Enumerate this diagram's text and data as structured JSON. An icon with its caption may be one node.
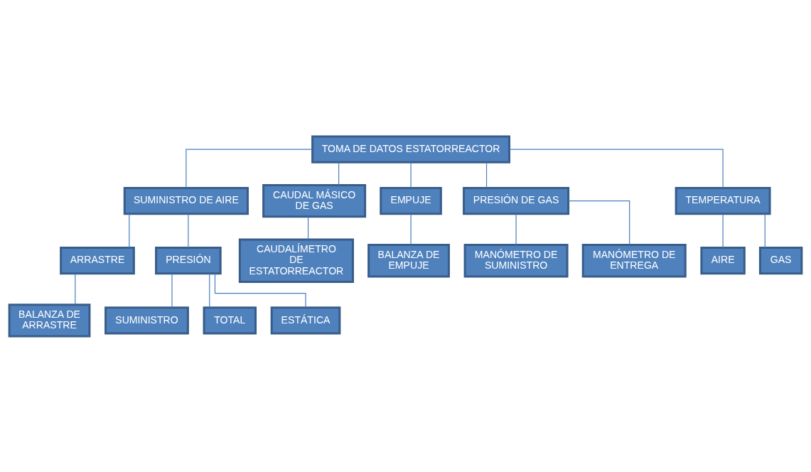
{
  "diagram": {
    "nodes": [
      {
        "text": [
          "TOMA DE DATOS ESTATORREACTOR"
        ]
      },
      {
        "text": [
          "SUMINISTRO DE AIRE"
        ]
      },
      {
        "text": [
          "ARRASTRE"
        ]
      },
      {
        "text": [
          "PRESIÓN"
        ]
      },
      {
        "text": [
          "BALANZA DE ARRASTRE"
        ]
      },
      {
        "text": [
          "SUMINISTRO"
        ]
      },
      {
        "text": [
          "TOTAL"
        ]
      },
      {
        "text": [
          "ESTÁTICA"
        ]
      },
      {
        "text": [
          "CAUDAL MÁSICO DE GAS"
        ]
      },
      {
        "text": [
          "EMPUJE"
        ]
      },
      {
        "text": [
          "PRESIÓN DE GAS"
        ]
      },
      {
        "text": [
          "TEMPERATURA"
        ]
      },
      {
        "text": [
          "CAUDALÍMETRO DE ESTATORREACTOR"
        ]
      },
      {
        "text": [
          "BALANZA DE EMPUJE"
        ]
      },
      {
        "text": [
          "MANÓMETRO DE SUMINISTRO"
        ]
      },
      {
        "text": [
          "MANÓMETRO DE ENTREGA"
        ]
      },
      {
        "text": [
          "AIRE"
        ]
      },
      {
        "text": [
          "GAS"
        ]
      }
    ],
    "edges": [
      {
        "from": 0,
        "to": 1,
        "arrow": "none"
      },
      {
        "from": 0,
        "to": 8,
        "arrow": "none"
      },
      {
        "from": 0,
        "to": 9,
        "arrow": "none"
      },
      {
        "from": 0,
        "to": 10,
        "arrow": "none"
      },
      {
        "from": 0,
        "to": 11,
        "arrow": "none"
      },
      {
        "from": 1,
        "to": 2,
        "arrow": "none"
      },
      {
        "from": 1,
        "to": 3,
        "arrow": "none"
      },
      {
        "from": 2,
        "to": 4,
        "arrow": "none"
      },
      {
        "from": 3,
        "to": 5,
        "arrow": "none"
      },
      {
        "from": 3,
        "to": 6,
        "arrow": "none"
      },
      {
        "from": 3,
        "to": 7,
        "arrow": "none"
      },
      {
        "from": 8,
        "to": 12,
        "arrow": "none"
      },
      {
        "from": 9,
        "to": 13,
        "arrow": "none"
      },
      {
        "from": 10,
        "to": 14,
        "arrow": "none"
      },
      {
        "from": 10,
        "to": 15,
        "arrow": "none"
      },
      {
        "from": 11,
        "to": 16,
        "arrow": "none"
      },
      {
        "from": 11,
        "to": 17,
        "arrow": "none"
      }
    ]
  }
}
